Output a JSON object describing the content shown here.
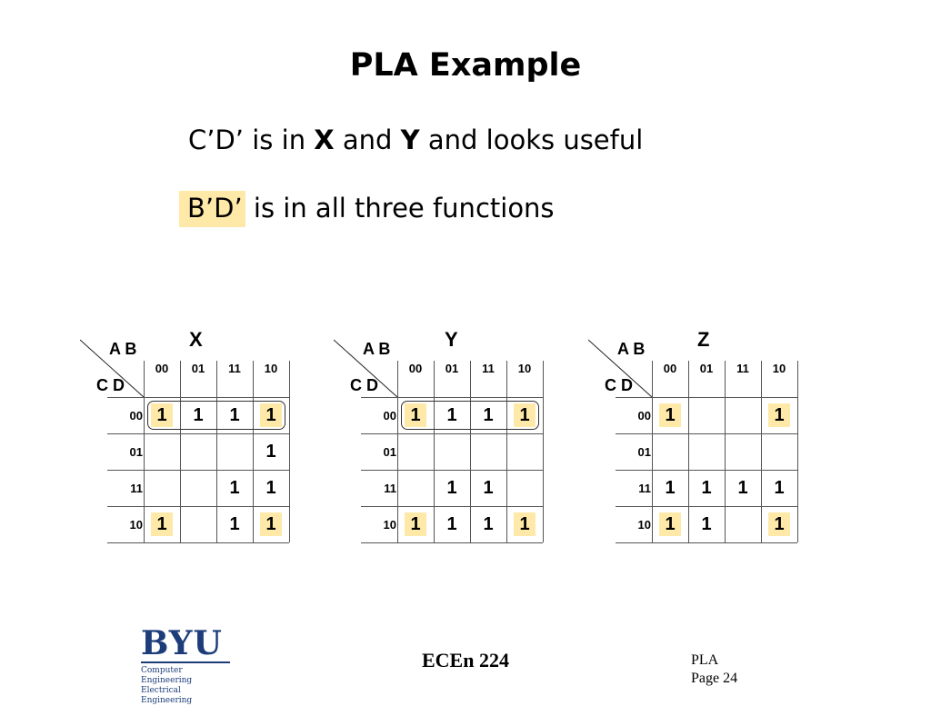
{
  "slide": {
    "title": "PLA Example",
    "line1": {
      "term": "C’D’",
      "p1": " is in ",
      "x": "X",
      "p2": " and ",
      "y": "Y",
      "p3": " and looks useful"
    },
    "line2": {
      "term": "B’D’",
      "p1": " is in all three functions"
    }
  },
  "kmaps": [
    {
      "name": "X",
      "ab_label": "A B",
      "cd_label": "C D",
      "col_headers": [
        "00",
        "01",
        "11",
        "10"
      ],
      "row_headers": [
        "00",
        "01",
        "11",
        "10"
      ],
      "cells": [
        [
          "1",
          "1",
          "1",
          "1"
        ],
        [
          "",
          "",
          "",
          "1"
        ],
        [
          "",
          "",
          "1",
          "1"
        ],
        [
          "1",
          "",
          "1",
          "1"
        ]
      ]
    },
    {
      "name": "Y",
      "ab_label": "A B",
      "cd_label": "C D",
      "col_headers": [
        "00",
        "01",
        "11",
        "10"
      ],
      "row_headers": [
        "00",
        "01",
        "11",
        "10"
      ],
      "cells": [
        [
          "1",
          "1",
          "1",
          "1"
        ],
        [
          "",
          "",
          "",
          ""
        ],
        [
          "",
          "1",
          "1",
          ""
        ],
        [
          "1",
          "1",
          "1",
          "1"
        ]
      ]
    },
    {
      "name": "Z",
      "ab_label": "A B",
      "cd_label": "C D",
      "col_headers": [
        "00",
        "01",
        "11",
        "10"
      ],
      "row_headers": [
        "00",
        "01",
        "11",
        "10"
      ],
      "cells": [
        [
          "1",
          "",
          "",
          "1"
        ],
        [
          "",
          "",
          "",
          ""
        ],
        [
          "1",
          "1",
          "1",
          "1"
        ],
        [
          "1",
          "1",
          "",
          "1"
        ]
      ]
    }
  ],
  "highlight_color": "#ffe9a8",
  "logo": {
    "name": "BYU",
    "line1": "Computer Engineering",
    "line2": "Electrical Engineering"
  },
  "footer": {
    "course": "ECEn 224",
    "section": "PLA",
    "page": "Page 24"
  }
}
